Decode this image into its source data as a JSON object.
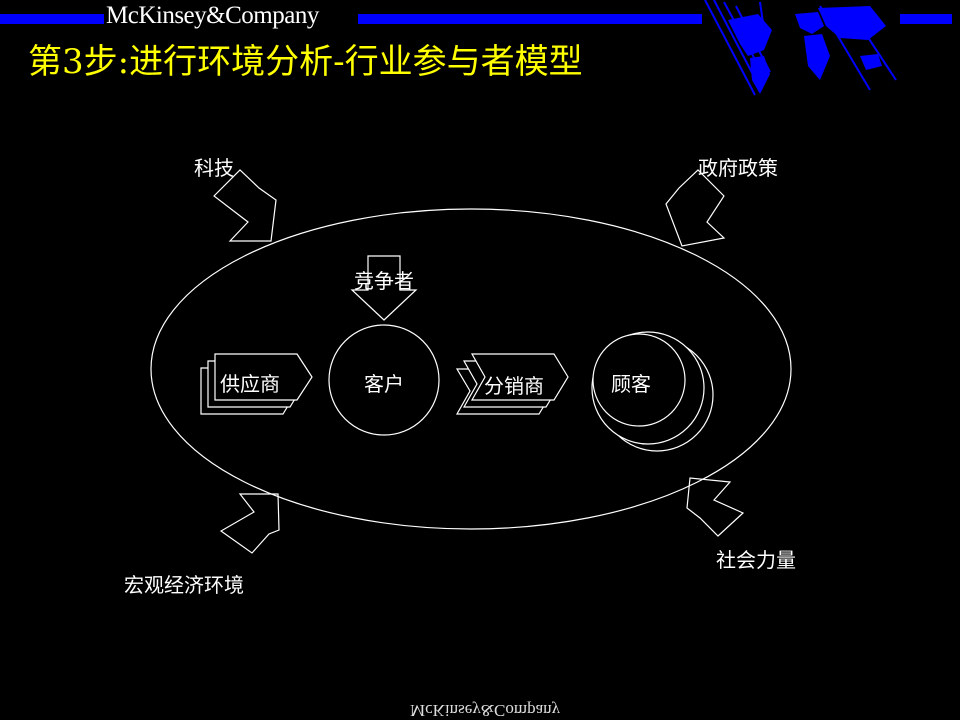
{
  "header": {
    "brand": "McKinsey&Company",
    "title": "第3步:进行环境分析-行业参与者模型"
  },
  "diagram": {
    "forces": {
      "technology": "科技",
      "government_policy": "政府政策",
      "macro_economy": "宏观经济环境",
      "social_forces": "社会力量"
    },
    "competitors": "竞争者",
    "suppliers": "供应商",
    "customer": "客户",
    "distributors": "分销商",
    "end_customer": "顾客"
  },
  "footer": {
    "brand": "McKinsey&Company"
  },
  "colors": {
    "background": "#000000",
    "title": "#ffff00",
    "bar": "#0000ff",
    "lines": "#ffffff"
  }
}
